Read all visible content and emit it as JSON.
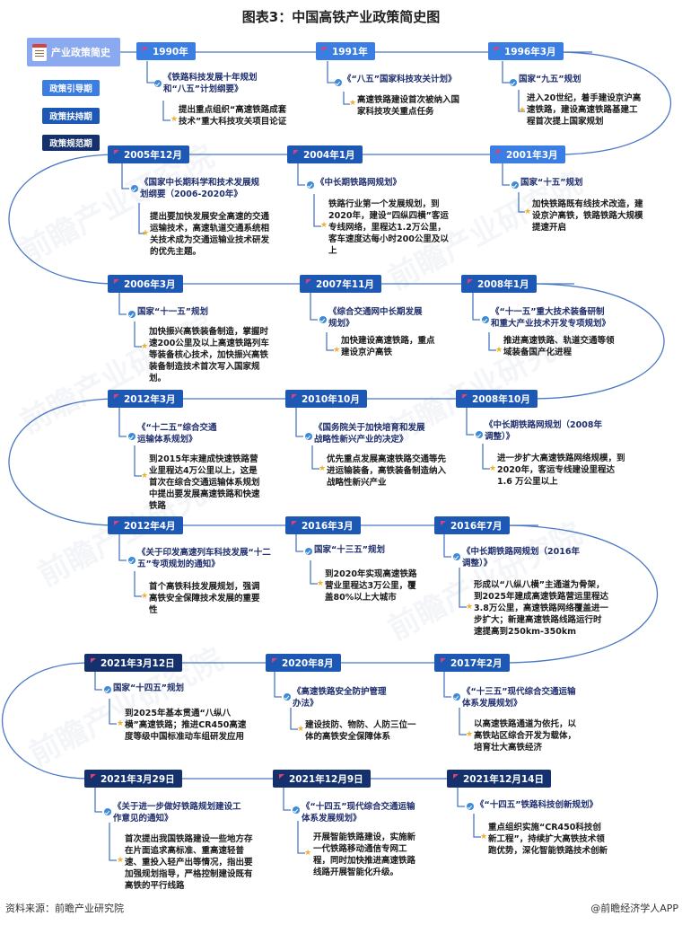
{
  "title": "图表3：中国高铁产业政策简史图",
  "legend": {
    "header": "产业政策简史",
    "header_icon": "calendar-list-icon",
    "tiers": [
      {
        "label": "政策引导期",
        "color": "#3b7ee3"
      },
      {
        "label": "政策扶持期",
        "color": "#1d58b4"
      },
      {
        "label": "政策规范期",
        "color": "#14306d"
      }
    ]
  },
  "colors": {
    "line": "#4a78c4",
    "flag": "#e0407a",
    "check": "#3d8bd8",
    "star": "#f0b030",
    "policy_text": "#1f2f6e"
  },
  "rows": [
    {
      "items": [
        {
          "date": "1990年",
          "policy": "《铁路科技发展十年规划和“八五”计划纲要》",
          "desc": "提出重点组织“高速铁路成套技术”重大科技攻关项目论证"
        },
        {
          "date": "1991年",
          "policy": "《“八五”国家科技攻关计划》",
          "desc": "高速铁路建设首次被纳入国家科技攻关重点任务"
        },
        {
          "date": "1996年3月",
          "policy": "国家“九五”规划",
          "desc": "进入20世纪，着手建设京沪高速铁路，建设高速铁路基建工程首次提上国家规划"
        }
      ]
    },
    {
      "items": [
        {
          "date": "2005年12月",
          "policy": "《国家中长期科学和技术发展规划纲要（2006-2020年》",
          "desc": "提出要加快发展安全高速的交通运输技术，高速轨道交通系统相关技术成为交通运输业技术研发的优先主题。"
        },
        {
          "date": "2004年1月",
          "policy": "《中长期铁路网规划》",
          "desc": "铁路行业第一个发展规划，到2020年，建设“四纵四横”客运专线网络，里程达1.2万公里，客车速度达每小时200公里及以上"
        },
        {
          "date": "2001年3月",
          "policy": "国家“十五”规划",
          "desc": "加快铁路既有线技术改造，建设京沪高铁，铁路铁路大规模提速开启"
        }
      ]
    },
    {
      "items": [
        {
          "date": "2006年3月",
          "policy": "国家“十一五”规划",
          "desc": "加快振兴高铁装备制造，掌握时速200公里及以上高速铁路列车等装备核心技术，加快振兴高铁装备制造技术首次写入国家规划。"
        },
        {
          "date": "2007年11月",
          "policy": "《综合交通网中长期发展规划》",
          "desc": "加快建设高速铁路，重点建设京沪高铁"
        },
        {
          "date": "2008年1月",
          "policy": "《“十一五”重大技术装备研制和重大产业技术开发专项规划》",
          "desc": "推进高速铁路、轨道交通等领域装备国产化进程"
        }
      ]
    },
    {
      "items": [
        {
          "date": "2012年3月",
          "policy": "《“十二五”综合交通运输体系规划》",
          "desc": "到2015年末建成快速铁路营业里程达4万公里以上，这是首次在综合交通运输体系规划中提出要发展高速铁路和快速铁路"
        },
        {
          "date": "2010年10月",
          "policy": "《国务院关于加快培育和发展战略性新兴产业的决定》",
          "desc": "优先重点发展高速铁路交通等先进运输装备，高铁装备制造纳入战略性新兴产业"
        },
        {
          "date": "2008年10月",
          "policy": "《中长期铁路网规划（2008年调整）》",
          "desc": "进一步扩大高速铁路网络规模，到2020年，客运专线建设里程达1.6 万公里以上"
        }
      ]
    },
    {
      "items": [
        {
          "date": "2012年4月",
          "policy": "《关于印发高速列车科技发展“十二五”专项规划的通知》",
          "desc": "首个高铁科技发展规划，强调高铁安全保障技术发展的重要性"
        },
        {
          "date": "2016年3月",
          "policy": "国家“十三五”规划",
          "desc": "到2020年实现高速铁路营业里程达3万公里，覆盖80%以上大城市"
        },
        {
          "date": "2016年7月",
          "policy": "《中长期铁路网规划（2016年调整）》",
          "desc": "形成以“八纵八横”主通道为骨架，到2025年建成高速铁路营运里程达3.8万公里，高速铁路网络覆盖进一步扩大；新建高速铁路线路运行时速提高到250km-350km"
        }
      ]
    },
    {
      "items": [
        {
          "date": "2021年3月12日",
          "policy": "国家“十四五”规划",
          "desc": "到2025年基本贯通“八纵八横”高速铁路；推进CR450高速度等级中国标准动车组研发应用"
        },
        {
          "date": "2020年8月",
          "policy": "《高速铁路安全防护管理办法》",
          "desc": "建设技防、物防、人防三位一体的高铁安全保障体系"
        },
        {
          "date": "2017年2月",
          "policy": "《“十三五”现代综合交通运输体系发展规划》",
          "desc": "以高速铁路通道为依托，以高铁站区综合开发为载体，培育壮大高铁经济"
        }
      ]
    },
    {
      "items": [
        {
          "date": "2021年3月29日",
          "policy": "《关于进一步做好铁路规划建设工作意见的通知》",
          "desc": "首次提出我国铁路建设一些地方存在片面追求高标准、重高速轻普速、重投入轻产出等情况，指出要加强规划指导，严格控制建设既有高铁的平行线路"
        },
        {
          "date": "2021年12月9日",
          "policy": "《“十四五”现代综合交通运输体系发展规划》",
          "desc": "开展智能铁路建设，实施新一代铁路移动通信专网工程，同时加快推进高速铁路线路开展智能化升级。"
        },
        {
          "date": "2021年12月14日",
          "policy": "《“十四五”铁路科技创新规划》",
          "desc": "重点组织实施“CR450科技创新工程”，持续扩大高铁技术领跑优势，深化智能铁路技术创新"
        }
      ]
    }
  ],
  "footer": {
    "source": "资料来源：前瞻产业研究院",
    "credit": "@前瞻经济学人APP"
  },
  "watermark": "前瞻产业研究院"
}
